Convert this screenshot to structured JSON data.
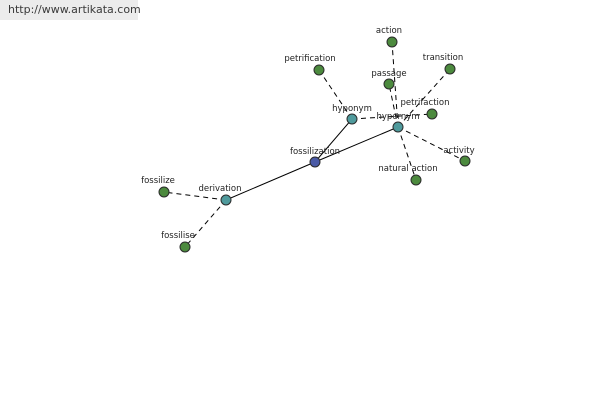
{
  "watermark": "http://www.artikata.com",
  "colors": {
    "root": "#4a5aa6",
    "relation": "#4f9a9c",
    "leaf": "#4c8a3e"
  },
  "nodes": [
    {
      "id": "fossilization",
      "label": "fossilization",
      "kind": "root"
    },
    {
      "id": "hyponym",
      "label": "hyponym",
      "kind": "relation"
    },
    {
      "id": "hypernym",
      "label": "hypernym",
      "kind": "relation"
    },
    {
      "id": "derivation",
      "label": "derivation",
      "kind": "relation"
    },
    {
      "id": "petrification1",
      "label": "petrification",
      "kind": "leaf"
    },
    {
      "id": "action",
      "label": "action",
      "kind": "leaf"
    },
    {
      "id": "passage",
      "label": "passage",
      "kind": "leaf"
    },
    {
      "id": "transition",
      "label": "transition",
      "kind": "leaf"
    },
    {
      "id": "petrifaction",
      "label": "petrifaction",
      "kind": "leaf"
    },
    {
      "id": "activity",
      "label": "activity",
      "kind": "leaf"
    },
    {
      "id": "natural_action",
      "label": "natural action",
      "kind": "leaf"
    },
    {
      "id": "fossilize",
      "label": "fossilize",
      "kind": "leaf"
    },
    {
      "id": "fossilise",
      "label": "fossilise",
      "kind": "leaf"
    }
  ],
  "edges": [
    {
      "from": "fossilization",
      "to": "hyponym",
      "style": "solid"
    },
    {
      "from": "fossilization",
      "to": "hypernym",
      "style": "solid"
    },
    {
      "from": "fossilization",
      "to": "derivation",
      "style": "solid"
    },
    {
      "from": "hyponym",
      "to": "petrification1",
      "style": "dashed"
    },
    {
      "from": "hyponym",
      "to": "petrifaction",
      "style": "dashed"
    },
    {
      "from": "hypernym",
      "to": "action",
      "style": "dashed"
    },
    {
      "from": "hypernym",
      "to": "passage",
      "style": "dashed"
    },
    {
      "from": "hypernym",
      "to": "transition",
      "style": "dashed"
    },
    {
      "from": "hypernym",
      "to": "activity",
      "style": "dashed"
    },
    {
      "from": "hypernym",
      "to": "natural_action",
      "style": "dashed"
    },
    {
      "from": "derivation",
      "to": "fossilize",
      "style": "dashed"
    },
    {
      "from": "derivation",
      "to": "fossilise",
      "style": "dashed"
    }
  ]
}
